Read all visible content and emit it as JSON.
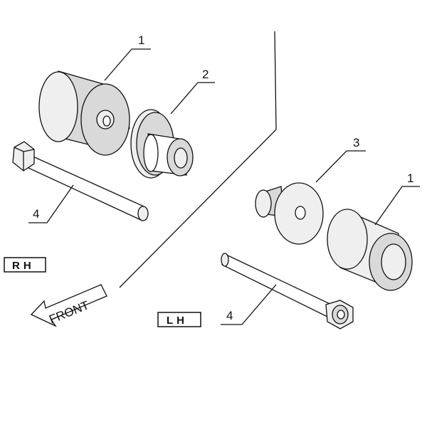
{
  "callouts": {
    "rh_spacer": "1",
    "rh_collar": "2",
    "rh_bolt": "4",
    "lh_washer": "3",
    "lh_spacer": "1",
    "lh_bolt": "4"
  },
  "sides": {
    "rh": "RH",
    "lh": "LH"
  },
  "direction_arrow": {
    "label": "FRONT"
  }
}
